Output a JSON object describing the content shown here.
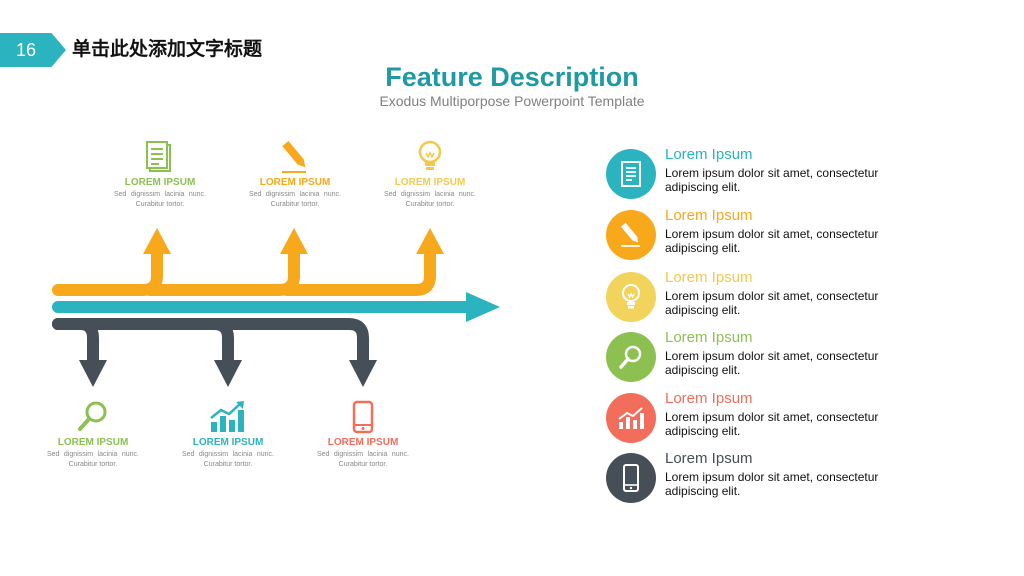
{
  "header": {
    "slide_number": "16",
    "slide_title": "单击此处添加文字标题"
  },
  "title": {
    "main": "Feature Description",
    "subtitle": "Exodus Multiporpose Powerpoint Template"
  },
  "colors": {
    "teal": "#2bb3c0",
    "orange": "#f7a81b",
    "yellow": "#f2c94c",
    "green": "#8cc152",
    "salmon": "#f26d5b",
    "dark": "#464e57"
  },
  "top_cards": [
    {
      "icon": "document-icon",
      "heading": "LOREM IPSUM",
      "text": "Sed dignissim lacinia nunc. Curabitur tortor."
    },
    {
      "icon": "pencil-icon",
      "heading": "LOREM IPSUM",
      "text": "Sed dignissim lacinia nunc. Curabitur tortor."
    },
    {
      "icon": "lightbulb-icon",
      "heading": "LOREM IPSUM",
      "text": "Sed dignissim lacinia nunc. Curabitur tortor."
    }
  ],
  "bottom_cards": [
    {
      "icon": "magnifier-icon",
      "heading": "LOREM IPSUM",
      "text": "Sed dignissim lacinia nunc. Curabitur tortor."
    },
    {
      "icon": "chart-icon",
      "heading": "LOREM IPSUM",
      "text": "Sed dignissim lacinia nunc. Curabitur tortor."
    },
    {
      "icon": "phone-icon",
      "heading": "LOREM IPSUM",
      "text": "Sed dignissim lacinia nunc. Curabitur tortor."
    }
  ],
  "features": [
    {
      "icon": "document-icon",
      "color": "#2bb3c0",
      "title": "Lorem Ipsum",
      "text": "Lorem ipsum dolor sit amet, consectetur adipiscing elit."
    },
    {
      "icon": "pencil-icon",
      "color": "#f7a81b",
      "title": "Lorem Ipsum",
      "text": "Lorem ipsum dolor sit amet, consectetur adipiscing elit."
    },
    {
      "icon": "lightbulb-icon",
      "color": "#f2d35b",
      "title": "Lorem Ipsum",
      "text": "Lorem ipsum dolor sit amet, consectetur adipiscing elit."
    },
    {
      "icon": "magnifier-icon",
      "color": "#8cc152",
      "title": "Lorem Ipsum",
      "text": "Lorem ipsum dolor sit amet, consectetur adipiscing elit."
    },
    {
      "icon": "chart-icon",
      "color": "#f26d5b",
      "title": "Lorem Ipsum",
      "text": "Lorem ipsum dolor sit amet, consectetur adipiscing elit."
    },
    {
      "icon": "phone-icon",
      "color": "#464e57",
      "title": "Lorem Ipsum",
      "text": "Lorem ipsum dolor sit amet, consectetur adipiscing elit."
    }
  ]
}
